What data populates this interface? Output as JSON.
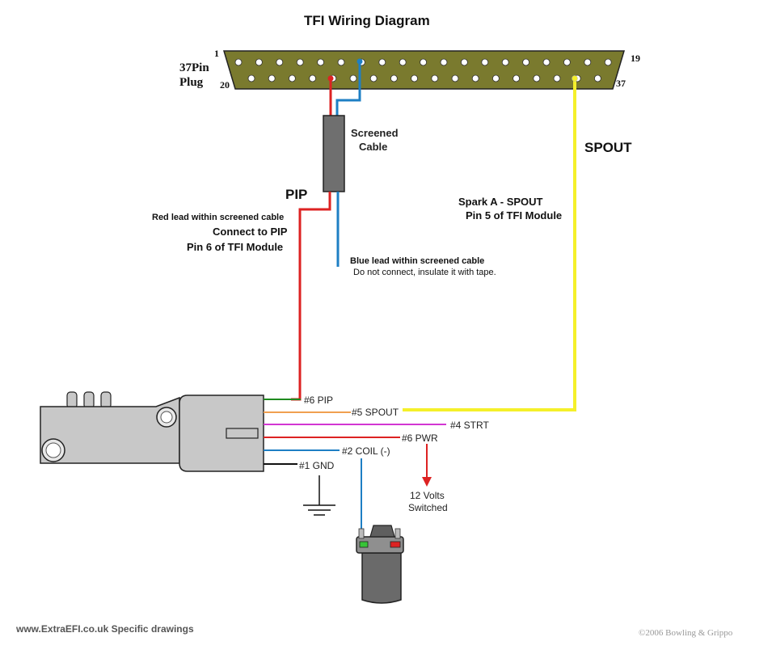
{
  "title": "TFI   Wiring Diagram",
  "plug": {
    "label_line1": "37Pin",
    "label_line2": "Plug",
    "pin_1": "1",
    "pin_19": "19",
    "pin_20": "20",
    "pin_37": "37"
  },
  "cable": {
    "label_line1": "Screened",
    "label_line2": "Cable"
  },
  "pip": {
    "heading": "PIP",
    "note_line1": "Red lead within screened cable",
    "note_line2": "Connect to PIP",
    "note_line3": "Pin 6 of TFI Module"
  },
  "blue_lead": {
    "note_line1": "Blue lead within screened cable",
    "note_line2": "Do not connect, insulate it with tape."
  },
  "spout": {
    "heading": "SPOUT",
    "note_line1": "Spark A -   SPOUT",
    "note_line2": "Pin 5 of TFI Module"
  },
  "module_pins": {
    "pin6_pip": "#6 PIP",
    "pin5_spout": "#5 SPOUT",
    "pin4_strt": "#4 STRT",
    "pin6_pwr": "#6 PWR",
    "pin2_coil": "#2 COIL (-)",
    "pin1_gnd": "#1 GND"
  },
  "power": {
    "line1": "12 Volts",
    "line2": "Switched"
  },
  "footer": {
    "left": "www.ExtraEFI.co.uk  Specific drawings",
    "right": "©2006 Bowling & Grippo"
  },
  "colors": {
    "red_wire": "#dd2222",
    "blue_wire": "#1e7fc4",
    "yellow_wire": "#f5f02a",
    "green_wire": "#1f8a1f",
    "orange_wire": "#f0a050",
    "magenta_wire": "#d236d2",
    "plug_body": "#7a7a2e",
    "module_body": "#c8c8c8"
  },
  "icons": {
    "ground": "ground-symbol-icon",
    "arrow": "arrow-down-icon",
    "coil": "ignition-coil-icon",
    "module": "tfi-module-icon"
  }
}
